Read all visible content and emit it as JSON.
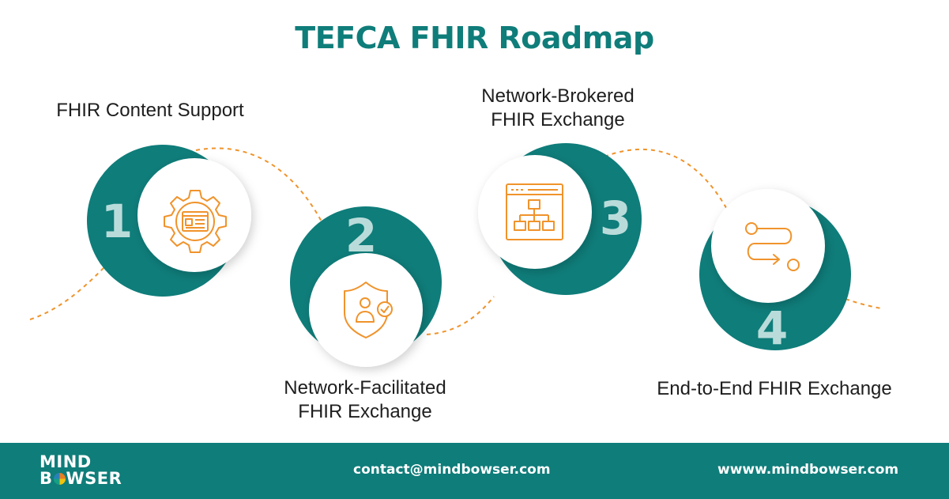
{
  "title": "TEFCA FHIR Roadmap",
  "steps": [
    {
      "number": "1",
      "label": "FHIR Content Support",
      "icon": "gear-settings-icon"
    },
    {
      "number": "2",
      "label_line1": "Network-Facilitated",
      "label_line2": "FHIR Exchange",
      "icon": "shield-user-check-icon"
    },
    {
      "number": "3",
      "label_line1": "Network-Brokered",
      "label_line2": "FHIR Exchange",
      "icon": "browser-sitemap-icon"
    },
    {
      "number": "4",
      "label": "End-to-End FHIR Exchange",
      "icon": "route-path-icon"
    }
  ],
  "footer": {
    "logo_line1": "MIND",
    "logo_line2_a": "B",
    "logo_line2_b": "WSER",
    "email": "contact@mindbowser.com",
    "website": "wwww.mindbowser.com"
  },
  "colors": {
    "teal": "#0f7d7a",
    "orange": "#f0932b",
    "number": "#b9dcda"
  }
}
